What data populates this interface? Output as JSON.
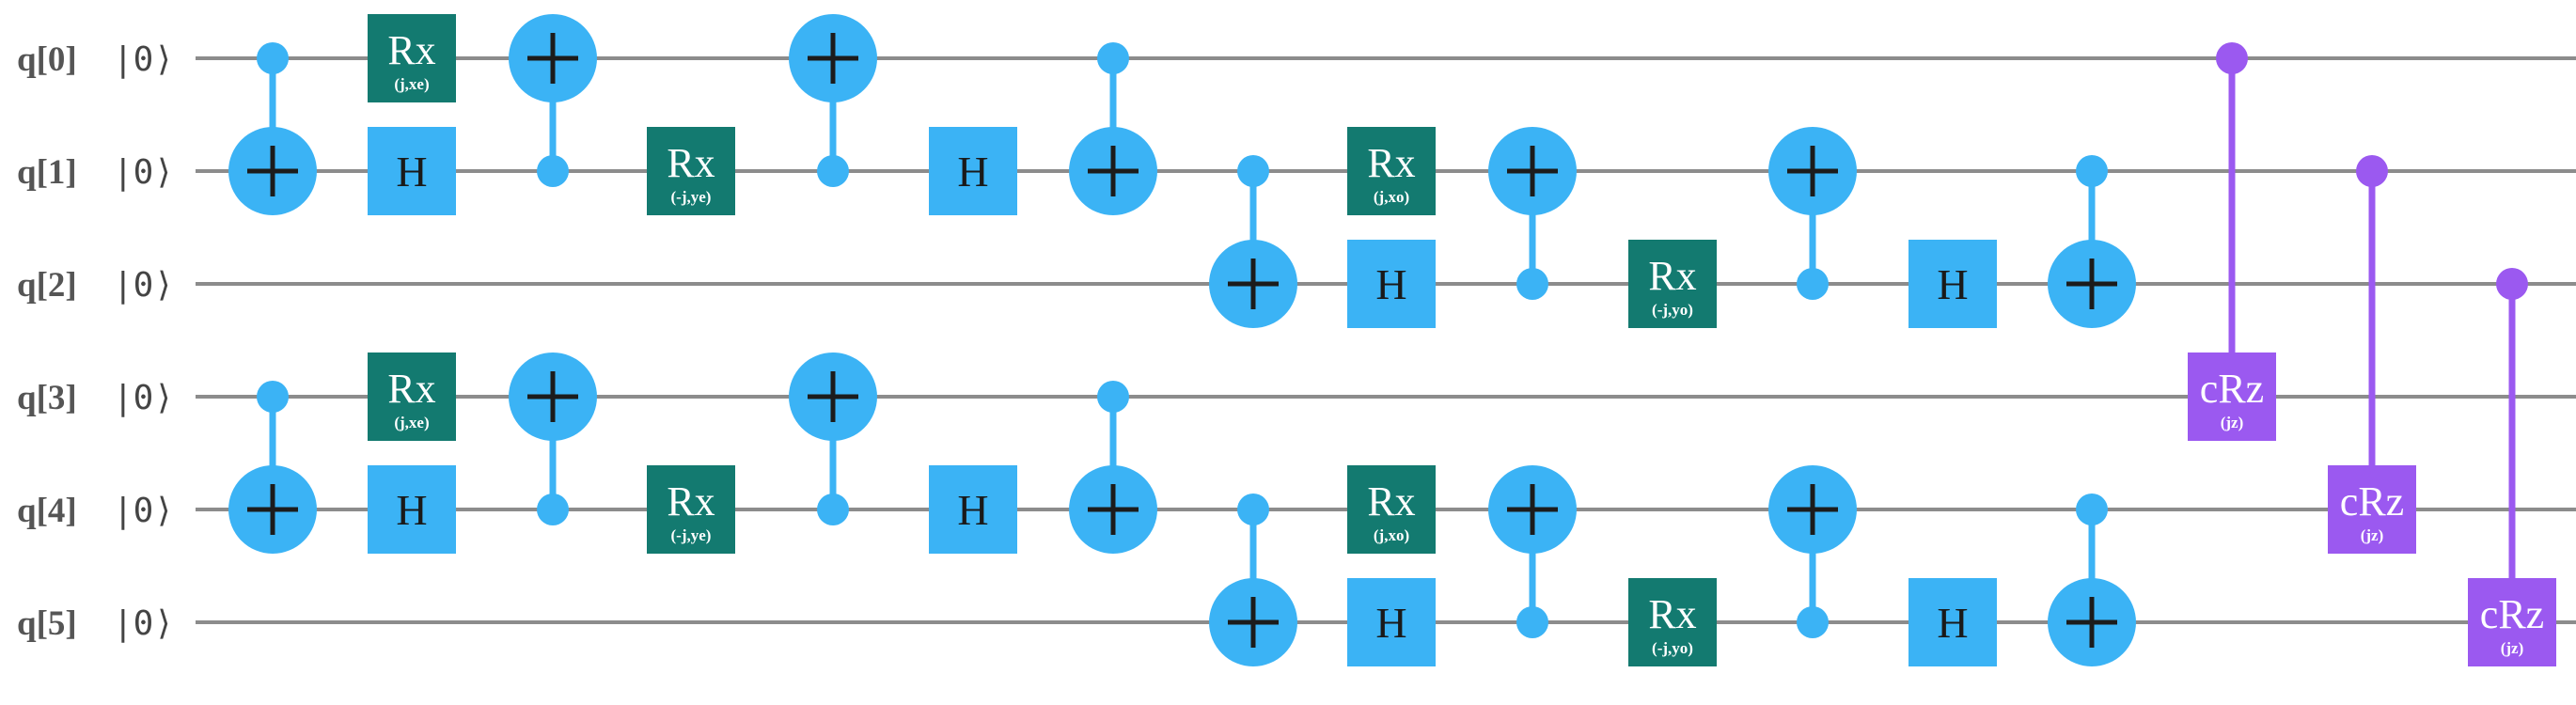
{
  "qubits": [
    {
      "label": "q[0]",
      "init": "|0⟩"
    },
    {
      "label": "q[1]",
      "init": "|0⟩"
    },
    {
      "label": "q[2]",
      "init": "|0⟩"
    },
    {
      "label": "q[3]",
      "init": "|0⟩"
    },
    {
      "label": "q[4]",
      "init": "|0⟩"
    },
    {
      "label": "q[5]",
      "init": "|0⟩"
    }
  ],
  "colors": {
    "cnot": "#3bb3f5",
    "h_gate": "#3bb3f5",
    "rx_gate": "#137a70",
    "crz_gate": "#9b59f0",
    "wire": "#8c8c8c"
  },
  "operations": [
    {
      "type": "cnot",
      "control": 0,
      "target": 1,
      "col": 0
    },
    {
      "type": "cnot",
      "control": 3,
      "target": 4,
      "col": 0
    },
    {
      "type": "rx",
      "qubit": 0,
      "col": 1,
      "label": "Rx",
      "param": "(j,xe)"
    },
    {
      "type": "h",
      "qubit": 1,
      "col": 1,
      "label": "H"
    },
    {
      "type": "rx",
      "qubit": 3,
      "col": 1,
      "label": "Rx",
      "param": "(j,xe)"
    },
    {
      "type": "h",
      "qubit": 4,
      "col": 1,
      "label": "H"
    },
    {
      "type": "cnot",
      "control": 1,
      "target": 0,
      "col": 2
    },
    {
      "type": "cnot",
      "control": 4,
      "target": 3,
      "col": 2
    },
    {
      "type": "rx",
      "qubit": 1,
      "col": 3,
      "label": "Rx",
      "param": "(-j,ye)"
    },
    {
      "type": "rx",
      "qubit": 4,
      "col": 3,
      "label": "Rx",
      "param": "(-j,ye)"
    },
    {
      "type": "cnot",
      "control": 1,
      "target": 0,
      "col": 4
    },
    {
      "type": "cnot",
      "control": 4,
      "target": 3,
      "col": 4
    },
    {
      "type": "h",
      "qubit": 1,
      "col": 5,
      "label": "H"
    },
    {
      "type": "h",
      "qubit": 4,
      "col": 5,
      "label": "H"
    },
    {
      "type": "cnot",
      "control": 0,
      "target": 1,
      "col": 6
    },
    {
      "type": "cnot",
      "control": 3,
      "target": 4,
      "col": 6
    },
    {
      "type": "cnot",
      "control": 1,
      "target": 2,
      "col": 7
    },
    {
      "type": "cnot",
      "control": 4,
      "target": 5,
      "col": 7
    },
    {
      "type": "rx",
      "qubit": 1,
      "col": 8,
      "label": "Rx",
      "param": "(j,xo)"
    },
    {
      "type": "h",
      "qubit": 2,
      "col": 8,
      "label": "H"
    },
    {
      "type": "rx",
      "qubit": 4,
      "col": 8,
      "label": "Rx",
      "param": "(j,xo)"
    },
    {
      "type": "h",
      "qubit": 5,
      "col": 8,
      "label": "H"
    },
    {
      "type": "cnot",
      "control": 2,
      "target": 1,
      "col": 9
    },
    {
      "type": "cnot",
      "control": 5,
      "target": 4,
      "col": 9
    },
    {
      "type": "rx",
      "qubit": 2,
      "col": 10,
      "label": "Rx",
      "param": "(-j,yo)"
    },
    {
      "type": "rx",
      "qubit": 5,
      "col": 10,
      "label": "Rx",
      "param": "(-j,yo)"
    },
    {
      "type": "cnot",
      "control": 2,
      "target": 1,
      "col": 11
    },
    {
      "type": "cnot",
      "control": 5,
      "target": 4,
      "col": 11
    },
    {
      "type": "h",
      "qubit": 2,
      "col": 12,
      "label": "H"
    },
    {
      "type": "h",
      "qubit": 5,
      "col": 12,
      "label": "H"
    },
    {
      "type": "cnot",
      "control": 1,
      "target": 2,
      "col": 13
    },
    {
      "type": "cnot",
      "control": 4,
      "target": 5,
      "col": 13
    },
    {
      "type": "crz",
      "control": 0,
      "target": 3,
      "col": 14,
      "label": "cRz",
      "param": "(jz)"
    },
    {
      "type": "crz",
      "control": 1,
      "target": 4,
      "col": 15,
      "label": "cRz",
      "param": "(jz)"
    },
    {
      "type": "crz",
      "control": 2,
      "target": 5,
      "col": 16,
      "label": "cRz",
      "param": "(jz)"
    }
  ]
}
